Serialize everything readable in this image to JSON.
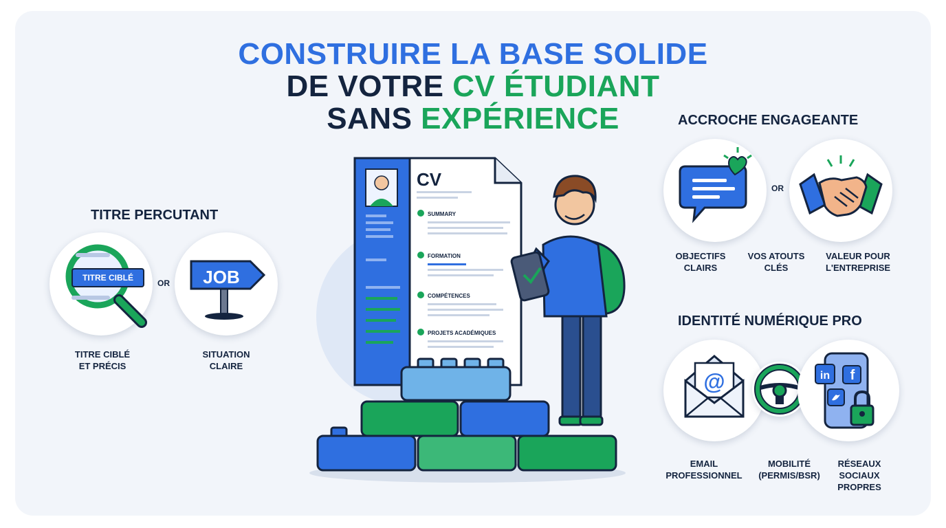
{
  "title": {
    "line1": "CONSTRUIRE LA BASE SOLIDE",
    "line2_a": "DE VOTRE ",
    "line2_b": "CV ÉTUDIANT",
    "line3_a": "SANS ",
    "line3_b": "EXPÉRIENCE"
  },
  "left": {
    "heading": "TITRE PERCUTANT",
    "magnifier_label": "TITRE CIBLÉ",
    "sign_label": "JOB",
    "or": "OR",
    "caption1_l1": "TITRE CIBLÉ",
    "caption1_l2": "ET PRÉCIS",
    "caption2_l1": "SITUATION",
    "caption2_l2": "CLAIRE"
  },
  "cv": {
    "heading": "CV",
    "sections": [
      "SUMMARY",
      "FORMATION",
      "COMPÉTENCES",
      "PROJETS ACADÉMIQUES"
    ]
  },
  "accroche": {
    "heading": "ACCROCHE ENGAGEANTE",
    "or": "OR",
    "cap1_l1": "OBJECTIFS",
    "cap1_l2": "CLAIRS",
    "cap2_l1": "VOS ATOUTS",
    "cap2_l2": "CLÉS",
    "cap3_l1": "VALEUR POUR",
    "cap3_l2": "L'ENTREPRISE"
  },
  "identite": {
    "heading": "IDENTITÉ NUMÉRIQUE PRO",
    "email_symbol": "@",
    "linkedin": "in",
    "facebook": "f",
    "cap1_l1": "EMAIL",
    "cap1_l2": "PROFESSIONNEL",
    "cap2_l1": "MOBILITÉ",
    "cap2_l2": "(PERMIS/BSR)",
    "cap3_l1": "RÉSEAUX",
    "cap3_l2": "SOCIAUX",
    "cap3_l3": "PROPRES"
  },
  "colors": {
    "blue": "#2f6fe0",
    "navy": "#14243f",
    "green": "#1aa55a"
  },
  "icons": [
    "magnifier-icon",
    "signpost-icon",
    "chat-heart-icon",
    "handshake-icon",
    "envelope-icon",
    "steering-wheel-icon",
    "phone-social-icon",
    "lock-icon",
    "cv-document",
    "student-illustration",
    "building-blocks"
  ]
}
